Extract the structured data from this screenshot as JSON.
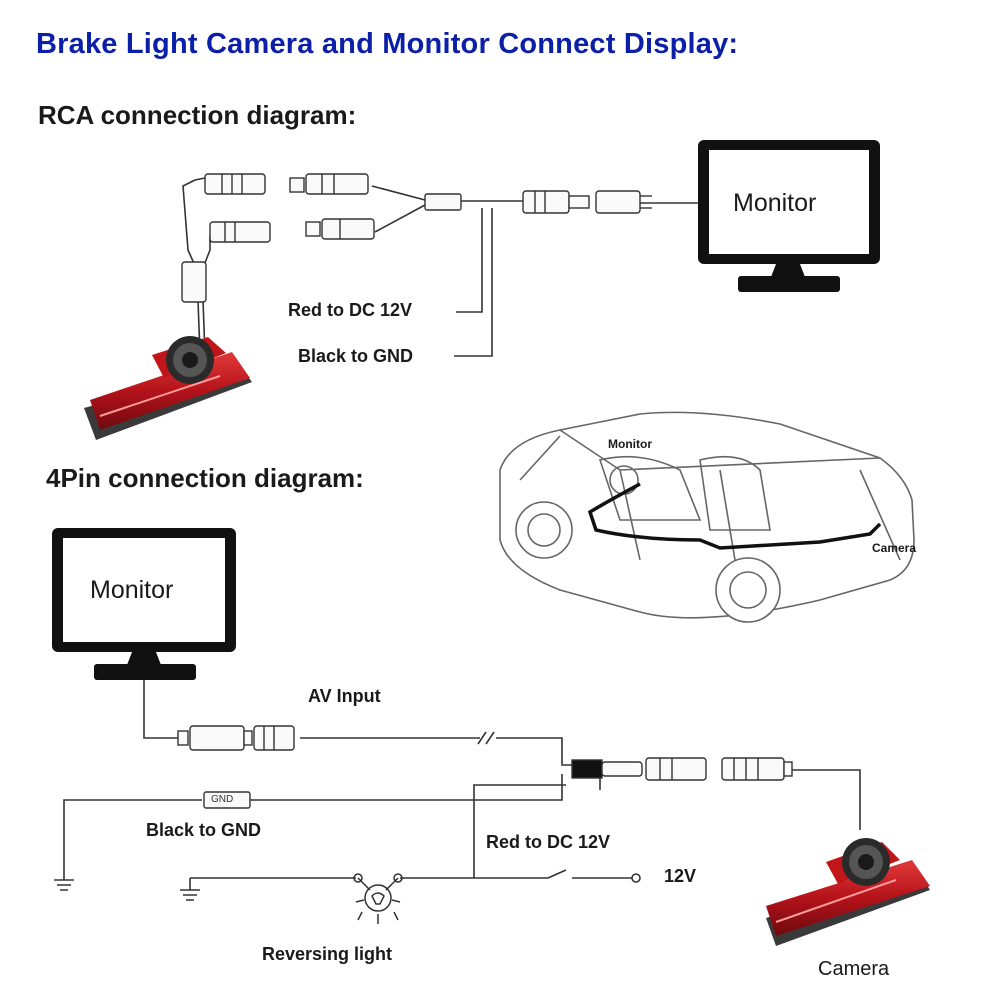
{
  "title": "Brake Light Camera and Monitor Connect Display:",
  "rca_section": {
    "heading": "RCA  connection diagram:",
    "monitor_label": "Monitor",
    "red_label": "Red to DC 12V",
    "black_label": "Black to GND"
  },
  "car_illustration": {
    "monitor_label": "Monitor",
    "camera_label": "Camera"
  },
  "pin4_section": {
    "heading": "4Pin connection diagram:",
    "monitor_label": "Monitor",
    "av_input_label": "AV Input",
    "gnd_tag": "GND",
    "black_label": "Black to GND",
    "red_label": "Red to DC 12V",
    "v12_label": "12V",
    "reversing_label": "Reversing light",
    "camera_label": "Camera"
  },
  "colors": {
    "title": "#0b1fa8",
    "camera_red": "#c0161a",
    "line": "#222222"
  }
}
